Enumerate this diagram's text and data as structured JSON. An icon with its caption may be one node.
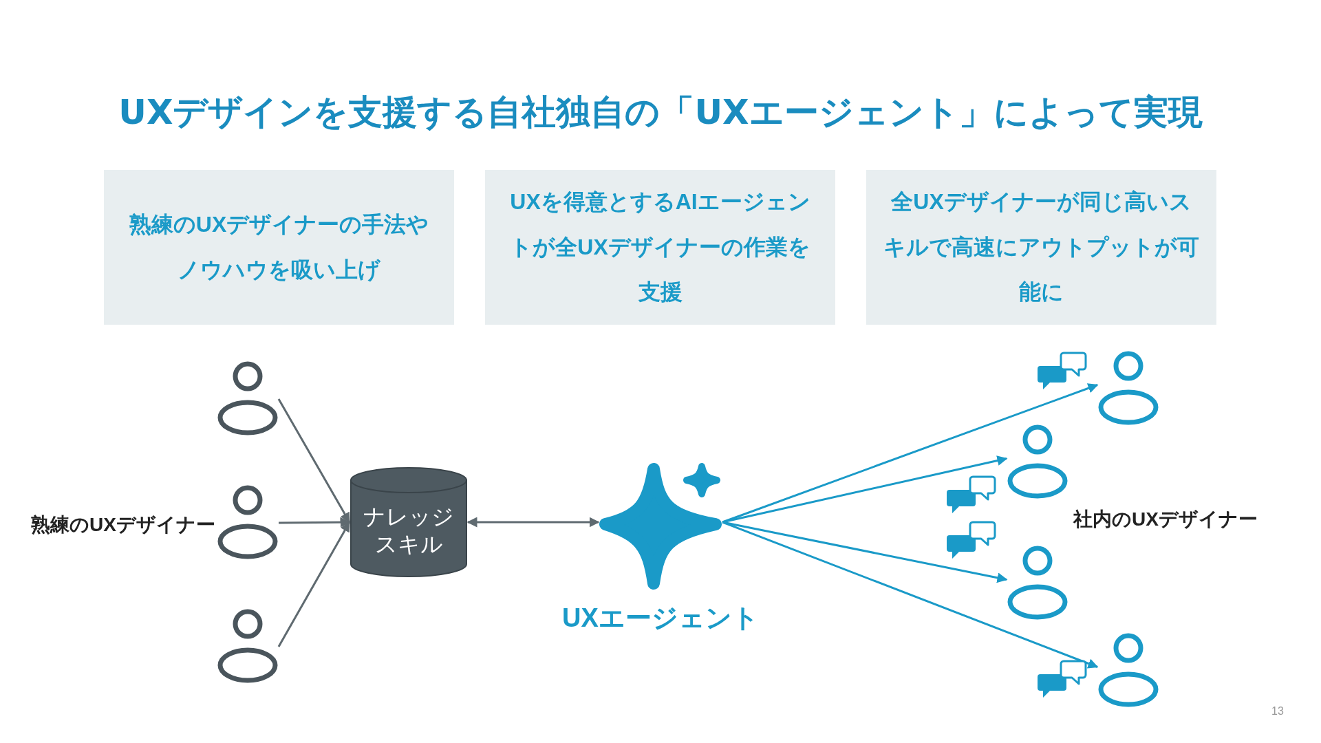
{
  "diagram": {
    "title": "UXデザインを支援する自社独自の「UXエージェント」によって実現",
    "nodes": [
      {
        "text": [
          "熟練のUXデザイナーの手法やノウハウを吸い上げ"
        ]
      },
      {
        "text": [
          "UXを得意とするAIエージェントが全UXデザイナーの作業を支援"
        ]
      },
      {
        "text": [
          "全UXデザイナーが同じ高いスキルで高速にアウトプットが可能に"
        ]
      },
      {
        "text": [],
        "shape": "person"
      },
      {
        "text": [],
        "shape": "person"
      },
      {
        "text": [],
        "shape": "person"
      },
      {
        "text": [
          "ナレッジスキル"
        ]
      },
      {
        "text": [],
        "shape": "star",
        "beside": [
          "UXエージェント"
        ]
      },
      {
        "text": [],
        "shape": "person"
      },
      {
        "text": [],
        "shape": "person"
      },
      {
        "text": [],
        "shape": "person"
      },
      {
        "text": [],
        "shape": "person"
      }
    ],
    "edges": [
      {
        "from": 3,
        "to": 6,
        "arrow": "to"
      },
      {
        "from": 4,
        "to": 6,
        "arrow": "to"
      },
      {
        "from": 5,
        "to": 6,
        "arrow": "to"
      },
      {
        "from": 6,
        "to": 7,
        "arrow": "both"
      },
      {
        "from": 7,
        "to": 8,
        "arrow": "to",
        "color": "#1a9ac8"
      },
      {
        "from": 7,
        "to": 9,
        "arrow": "to",
        "color": "#1a9ac8"
      },
      {
        "from": 7,
        "to": 10,
        "arrow": "to",
        "color": "#1a9ac8"
      },
      {
        "from": 7,
        "to": 11,
        "arrow": "to",
        "color": "#1a9ac8"
      }
    ],
    "labels": [
      "熟練のUXデザイナー",
      "社内のUXデザイナー",
      "13"
    ]
  }
}
